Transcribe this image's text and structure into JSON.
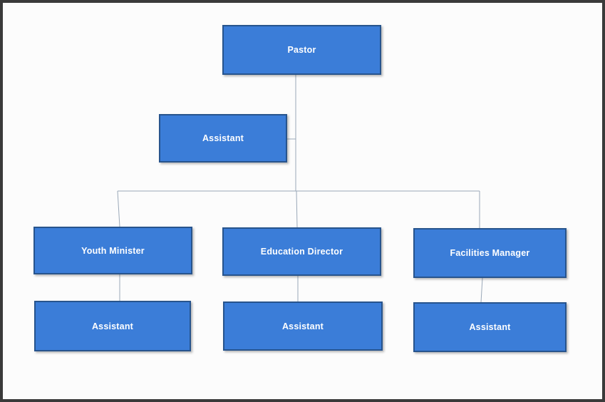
{
  "diagram": {
    "type": "org-chart",
    "colors": {
      "bg": "#fcfcfc",
      "frame_color": "#3a3a3a",
      "box_fill": "#3b7dd8",
      "box_border": "#27548d",
      "connector_color": "#9aa8b8",
      "text_color": "#ffffff"
    },
    "nodes": {
      "pastor": {
        "label": "Pastor"
      },
      "assistant_pastor": {
        "label": "Assistant"
      },
      "youth_minister": {
        "label": "Youth Minister"
      },
      "education_director": {
        "label": "Education Director"
      },
      "facilities_manager": {
        "label": "Facilities Manager"
      },
      "assistant_youth": {
        "label": "Assistant"
      },
      "assistant_education": {
        "label": "Assistant"
      },
      "assistant_facilities": {
        "label": "Assistant"
      }
    },
    "edges": [
      {
        "from": "Pastor",
        "to": "Assistant",
        "type": "assistant-side-link"
      },
      {
        "from": "Pastor",
        "to": "Youth Minister",
        "type": "reports-to"
      },
      {
        "from": "Pastor",
        "to": "Education Director",
        "type": "reports-to"
      },
      {
        "from": "Pastor",
        "to": "Facilities Manager",
        "type": "reports-to"
      },
      {
        "from": "Youth Minister",
        "to": "Assistant",
        "type": "reports-to"
      },
      {
        "from": "Education Director",
        "to": "Assistant",
        "type": "reports-to"
      },
      {
        "from": "Facilities Manager",
        "to": "Assistant",
        "type": "reports-to"
      }
    ]
  }
}
